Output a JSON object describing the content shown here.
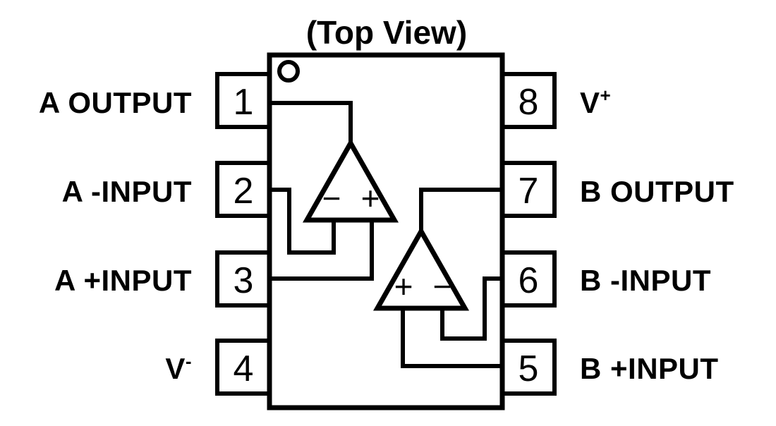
{
  "title": "(Top View)",
  "package": {
    "pin_count": 8,
    "pin1_marker": "pin1-dot-circle",
    "stroke_color": "#000000",
    "background_color": "#ffffff"
  },
  "pins": {
    "left": [
      {
        "number": "1",
        "label": "A OUTPUT",
        "sup": ""
      },
      {
        "number": "2",
        "label": "A -INPUT",
        "sup": ""
      },
      {
        "number": "3",
        "label": "A +INPUT",
        "sup": ""
      },
      {
        "number": "4",
        "label": "V",
        "sup": "-"
      }
    ],
    "right": [
      {
        "number": "8",
        "label": "V",
        "sup": "+"
      },
      {
        "number": "7",
        "label": "B OUTPUT",
        "sup": ""
      },
      {
        "number": "6",
        "label": "B -INPUT",
        "sup": ""
      },
      {
        "number": "5",
        "label": "B +INPUT",
        "sup": ""
      }
    ]
  },
  "amplifiers": [
    {
      "name": "A",
      "left_terminal": "−",
      "right_terminal": "+",
      "output_pin": "1",
      "inverting_pin": "2",
      "noninverting_pin": "3"
    },
    {
      "name": "B",
      "left_terminal": "+",
      "right_terminal": "−",
      "output_pin": "7",
      "inverting_pin": "6",
      "noninverting_pin": "5"
    }
  ]
}
